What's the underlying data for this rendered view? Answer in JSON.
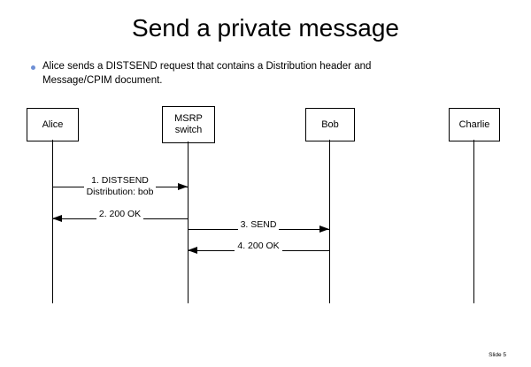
{
  "slide": {
    "title": "Send a private message",
    "bullet": {
      "lines": [
        "Alice sends a DISTSEND request that contains a Distribution header and",
        "Message/CPIM document."
      ]
    },
    "slide_number": "Slide 5"
  },
  "diagram": {
    "actors": [
      {
        "id": "alice",
        "label": "Alice"
      },
      {
        "id": "msrp-switch",
        "label": "MSRP switch",
        "label_lines": [
          "MSRP",
          "switch"
        ]
      },
      {
        "id": "bob",
        "label": "Bob"
      },
      {
        "id": "charlie",
        "label": "Charlie"
      }
    ],
    "messages": [
      {
        "label": "1. DISTSEND",
        "sublabel": "Distribution: bob",
        "from": "Alice",
        "to": "MSRP switch",
        "direction": "right"
      },
      {
        "label": "2. 200 OK",
        "from": "MSRP switch",
        "to": "Alice",
        "direction": "left"
      },
      {
        "label": "3. SEND",
        "from": "MSRP switch",
        "to": "Bob",
        "direction": "right"
      },
      {
        "label": "4. 200 OK",
        "from": "Bob",
        "to": "MSRP switch",
        "direction": "left"
      }
    ]
  },
  "colors": {
    "bullet": "#6e8fd5",
    "line": "#000000",
    "text": "#000000",
    "background": "#ffffff"
  }
}
